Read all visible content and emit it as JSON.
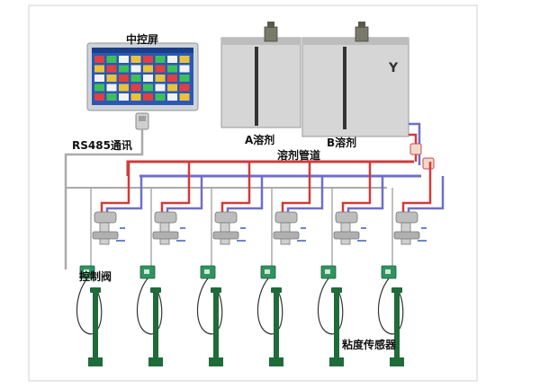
{
  "labels": {
    "touch_screen": "中控屏",
    "comm": "RS485通讯",
    "tank_a": "A溶剂",
    "tank_b": "B溶剂",
    "pipeline": "溶剂管道",
    "control_valve": "控制阀",
    "viscosity_sensor": "粘度传感器"
  },
  "colors": {
    "solvent_a_pipe": "#d23a3a",
    "solvent_b_pipe": "#6f6fc9",
    "comm_line": "#aaaaaa",
    "tank_body": "#d6d6d6",
    "sensor_green": "#1f6b3a",
    "board_green": "#2f9460",
    "screen_blue": "#2a58b4"
  },
  "station_count": 6
}
